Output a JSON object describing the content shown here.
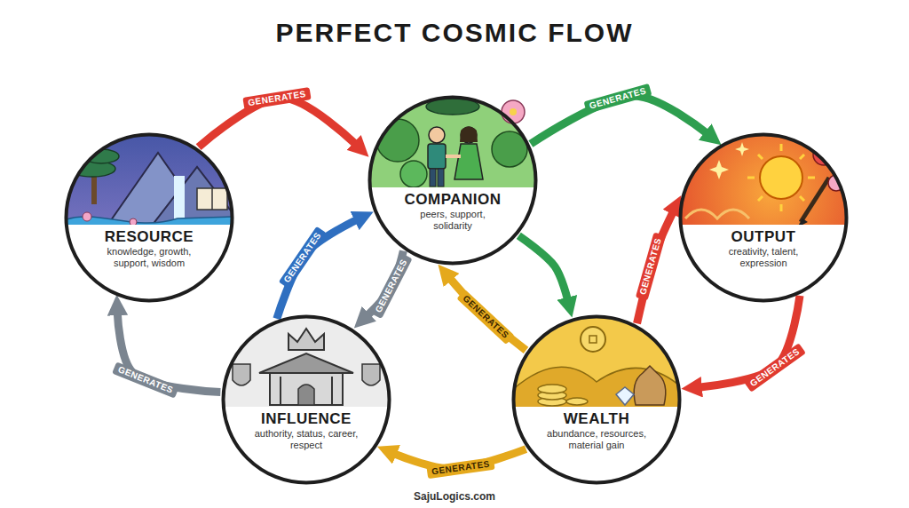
{
  "diagram": {
    "title": "PERFECT COSMIC FLOW",
    "caption": "SajuLogics.com",
    "nodes": [
      {
        "text": [
          "RESOURCE",
          "knowledge, growth, support, wisdom"
        ]
      },
      {
        "text": [
          "COMPANION",
          "peers, support, solidarity"
        ]
      },
      {
        "text": [
          "OUTPUT",
          "creativity, talent, expression"
        ]
      },
      {
        "text": [
          "INFLUENCE",
          "authority, status, career, respect"
        ]
      },
      {
        "text": [
          "WEALTH",
          "abundance, resources, material gain"
        ]
      }
    ],
    "edges": [
      {
        "from": 0,
        "to": 1,
        "label": "GENERATES",
        "arrow": "to"
      },
      {
        "from": 1,
        "to": 2,
        "label": "GENERATES",
        "arrow": "to"
      },
      {
        "from": 3,
        "to": 1,
        "label": "GENERATES",
        "arrow": "to"
      },
      {
        "from": 1,
        "to": 3,
        "label": "GENERATES",
        "arrow": "to"
      },
      {
        "from": 4,
        "to": 2,
        "label": "GENERATES",
        "arrow": "to"
      },
      {
        "from": 1,
        "to": 4,
        "arrow": "to"
      },
      {
        "from": 4,
        "to": 1,
        "label": "GENERATES",
        "arrow": "to"
      },
      {
        "from": 2,
        "to": 4,
        "label": "GENERATES",
        "arrow": "to"
      },
      {
        "from": 4,
        "to": 3,
        "label": "GENERATES",
        "arrow": "to"
      },
      {
        "from": 3,
        "to": 0,
        "label": "GENERATES",
        "arrow": "to"
      }
    ]
  }
}
